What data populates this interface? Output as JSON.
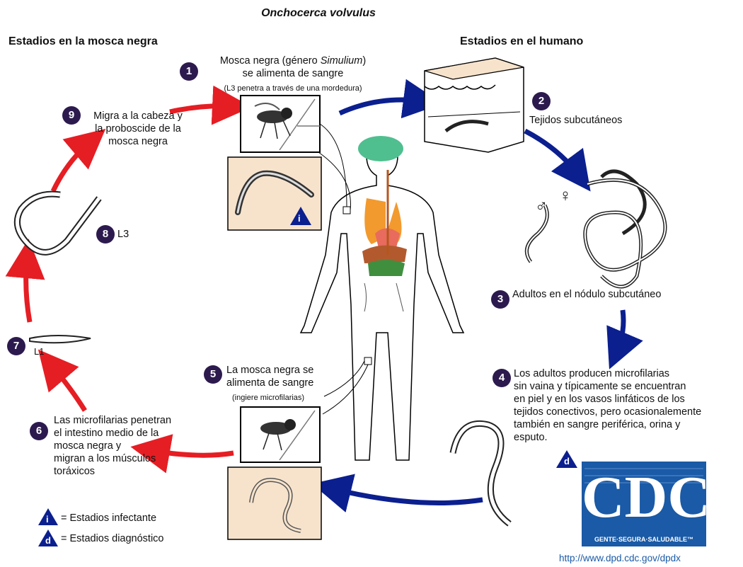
{
  "title": "Onchocerca volvulus",
  "headers": {
    "fly": "Estadios en la mosca negra",
    "human": "Estadios en el humano"
  },
  "steps": {
    "s1": {
      "num": "1",
      "line1": "Mosca negra (género ",
      "italic": "Simulium",
      "line1b": ")",
      "line2": "se alimenta de sangre",
      "note": "(L3 penetra a través de una mordedura)"
    },
    "s2": {
      "num": "2",
      "text": "Tejidos subcutáneos"
    },
    "s3": {
      "num": "3",
      "text": "Adultos en el nódulo subcutáneo"
    },
    "s4": {
      "num": "4",
      "l1": "Los adultos producen microfilarias",
      "l2": "sin vaina y típicamente se encuentran",
      "l3": "en piel y en los vasos linfáticos de los",
      "l4": "tejidos conectivos, pero ocasionalemente",
      "l5": "también en sangre periférica, orina y",
      "l6": "esputo."
    },
    "s5": {
      "num": "5",
      "l1": "La mosca negra se",
      "l2": "alimenta de sangre",
      "note": "(ingiere microfilarias)"
    },
    "s6": {
      "num": "6",
      "l1": "Las microfilarias penetran",
      "l2": "el intestino medio de la",
      "l3": "mosca negra y",
      "l4": "migran a los músculos",
      "l5": "toráxicos"
    },
    "s7": {
      "num": "7",
      "label": "L1"
    },
    "s8": {
      "num": "8",
      "label": "L3"
    },
    "s9": {
      "num": "9",
      "l1": "Migra a la cabeza y",
      "l2": "la proboscide de la",
      "l3": "mosca negra"
    }
  },
  "sex": {
    "male": "♂",
    "female": "♀"
  },
  "legend": {
    "infective_symbol": "i",
    "infective": "= Estadios infectante",
    "diagnostic_symbol": "d",
    "diagnostic": "= Estadios diagnóstico"
  },
  "logo": {
    "text": "CDC",
    "tagline": "GENTE·SEGURA·SALUDABLE™"
  },
  "url": "http://www.dpd.cdc.gov/dpdx",
  "colors": {
    "red_arrow": "#e51e24",
    "blue_arrow": "#0b1f8f",
    "badge": "#2c1a4e",
    "cdc_blue": "#1a5aa6",
    "skin": "#f7e3cc"
  }
}
